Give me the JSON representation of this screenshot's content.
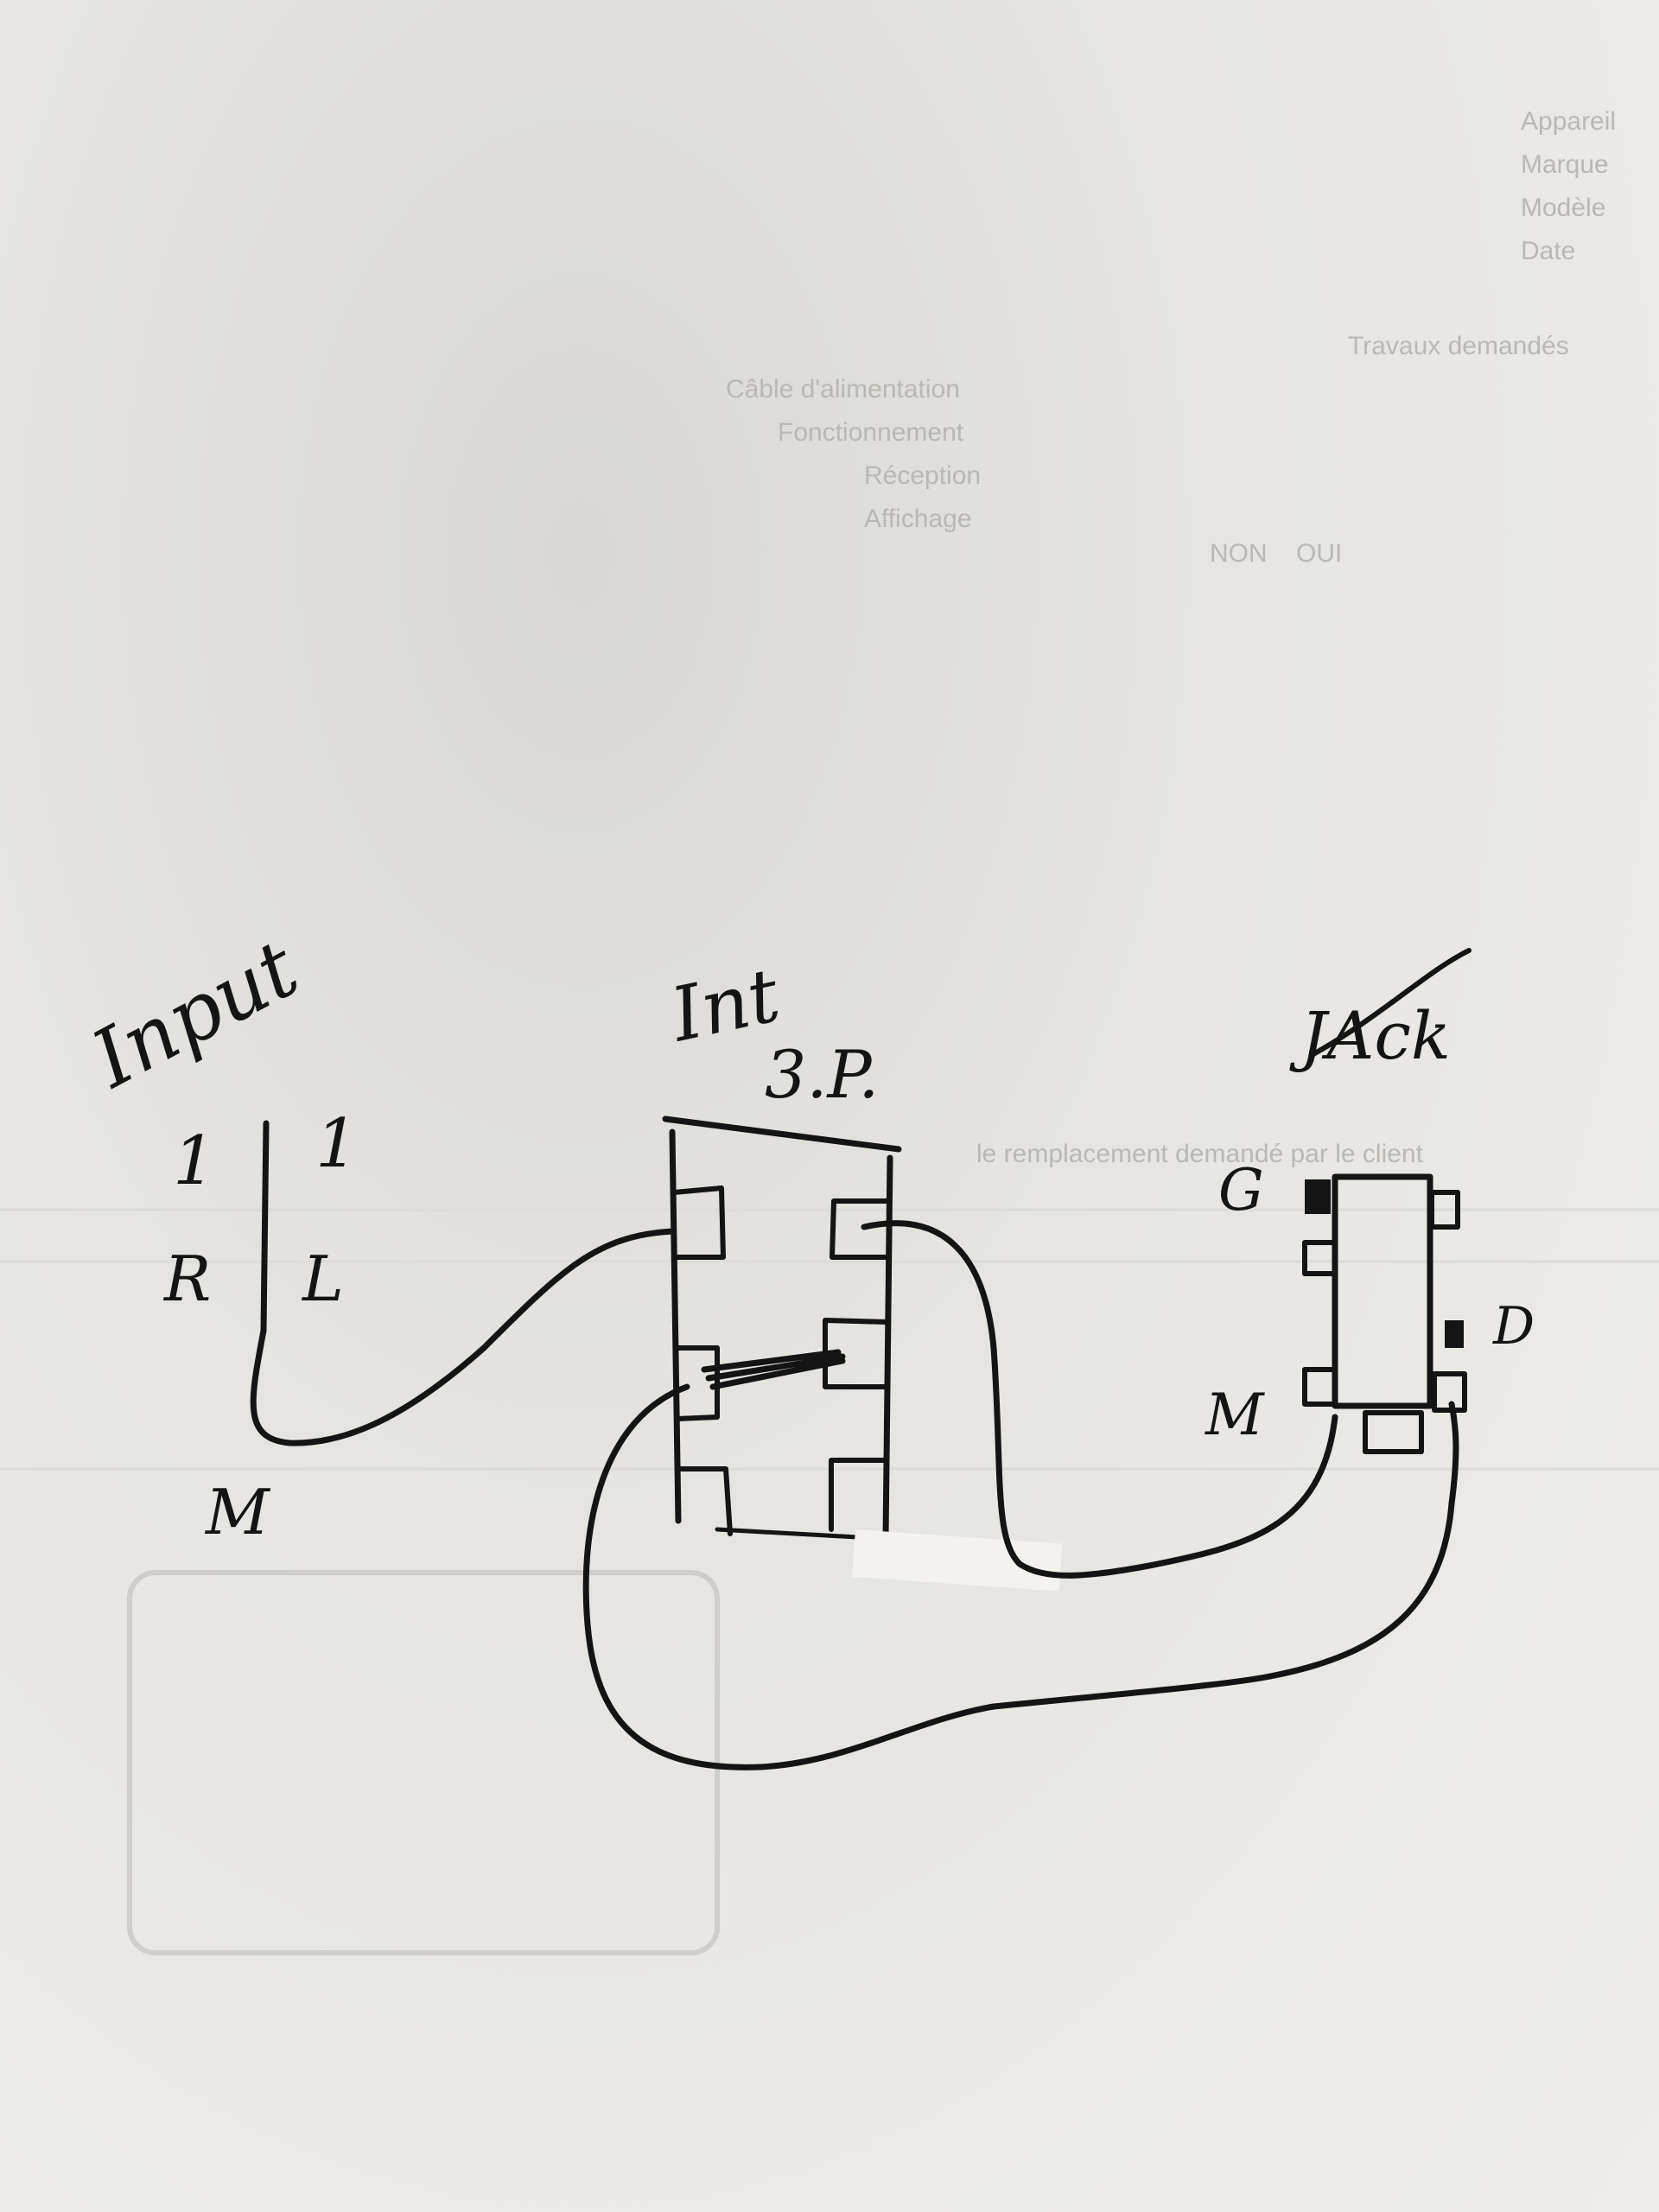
{
  "labels": {
    "input": "Input",
    "input_1a": "1",
    "input_1b": "1",
    "input_r": "R",
    "input_l": "L",
    "input_m": "M",
    "inter": "Int",
    "inter_sub": "3.P.",
    "jack": "JAck",
    "jack_g": "G",
    "jack_d": "D",
    "jack_m": "M"
  },
  "background_text": [
    "Appareil",
    "Marque",
    "Modèle",
    "Date",
    "Travaux demandés",
    "Câble d'alimentation",
    "Fonctionnement",
    "Réception",
    "Affichage",
    "NON",
    "OUI",
    "le remplacement demandé par le client"
  ]
}
